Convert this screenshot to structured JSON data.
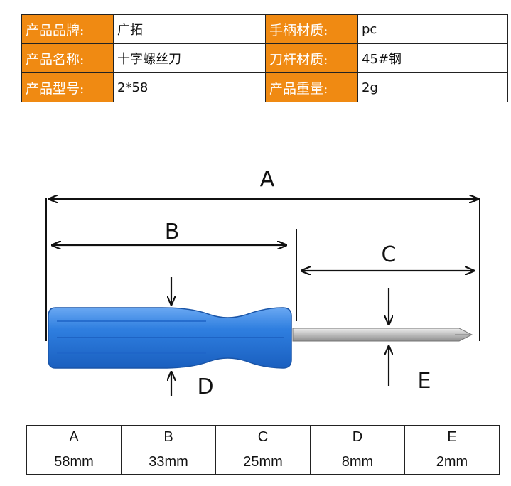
{
  "spec": {
    "rows": [
      {
        "label1": "产品品牌:",
        "value1": "广拓",
        "label2": "手柄材质:",
        "value2": "pc"
      },
      {
        "label1": "产品名称:",
        "value1": "十字螺丝刀",
        "label2": "刀杆材质:",
        "value2": "45#钢"
      },
      {
        "label1": "产品型号:",
        "value1": "2*58",
        "label2": "产品重量:",
        "value2": "2g"
      }
    ]
  },
  "diagram": {
    "letters": {
      "a": "A",
      "b": "B",
      "c": "C",
      "d": "D",
      "e": "E"
    },
    "handle_color": "#2f7fe0",
    "shaft_color": "#c8c8c8"
  },
  "dimensions": {
    "headers": [
      "A",
      "B",
      "C",
      "D",
      "E"
    ],
    "values": [
      "58mm",
      "33mm",
      "25mm",
      "8mm",
      "2mm"
    ]
  }
}
